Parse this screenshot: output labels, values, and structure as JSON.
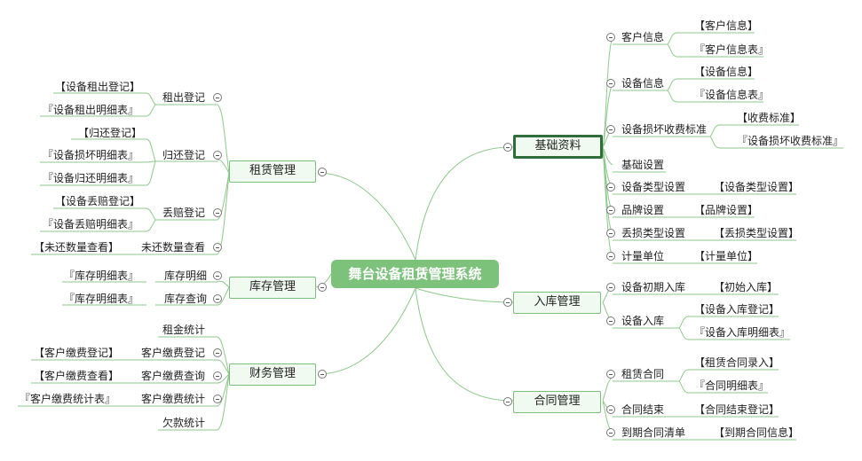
{
  "center_title": "舞台设备租赁管理系统",
  "branches": {
    "jichu": {
      "title": "基础资料",
      "kehu": "客户信息",
      "kehu_a": "【客户信息】",
      "kehu_b": "『客户信息表』",
      "shebei": "设备信息",
      "shebei_a": "【设备信息】",
      "shebei_b": "『设备信息表』",
      "sunhuai": "设备损坏收费标准",
      "sunhuai_a": "【收费标准】",
      "sunhuai_b": "『设备损坏收费标准』",
      "jichusz": "基础设置",
      "leixing": "设备类型设置",
      "leixing_a": "【设备类型设置】",
      "pinpai": "品牌设置",
      "pinpai_a": "【品牌设置】",
      "diusun": "丢损类型设置",
      "diusun_a": "【丢损类型设置】",
      "jiliang": "计量单位",
      "jiliang_a": "【计量单位】"
    },
    "ruku": {
      "title": "入库管理",
      "chuqi": "设备初期入库",
      "chuqi_a": "【初始入库】",
      "shebeiruku": "设备入库",
      "shebeiruku_a": "【设备入库登记】",
      "shebeiruku_b": "『设备入库明细表』"
    },
    "hetong": {
      "title": "合同管理",
      "zulin": "租赁合同",
      "zulin_a": "【租赁合同录入】",
      "zulin_b": "『合同明细表』",
      "jieshu": "合同结束",
      "jieshu_a": "【合同结束登记】",
      "daoqi": "到期合同清单",
      "daoqi_a": "【到期合同信息】"
    },
    "zulin": {
      "title": "租赁管理",
      "chuzu": "租出登记",
      "chuzu_a": "【设备租出登记】",
      "chuzu_b": "『设备租出明细表』",
      "guihuan": "归还登记",
      "guihuan_a": "【归还登记】",
      "guihuan_b": "『设备损坏明细表』",
      "guihuan_c": "『设备归还明细表』",
      "diupei": "丢赔登记",
      "diupei_a": "【设备丢赔登记】",
      "diupei_b": "『设备丢赔明细表』",
      "weihuan": "未还数量查看",
      "weihuan_a": "【未还数量查看】"
    },
    "kucun": {
      "title": "库存管理",
      "mingxi": "库存明细",
      "mingxi_a": "『库存明细表』",
      "chaxun": "库存查询",
      "chaxun_a": "『库存明细表』"
    },
    "caiwu": {
      "title": "财务管理",
      "zujin": "租金统计",
      "jiaofei_dj": "客户缴费登记",
      "jiaofei_dj_a": "【客户缴费登记】",
      "jiaofei_cx": "客户缴费查询",
      "jiaofei_cx_a": "【客户缴费查看】",
      "jiaofei_tj": "客户缴费统计",
      "jiaofei_tj_a": "『客户缴费统计表』",
      "qiankuan": "欠款统计"
    }
  },
  "colors": {
    "line": "#8cc98b",
    "center_fill": "#7cc27a",
    "node_fill": "#f1faf1",
    "selected_border": "#2f6e3b"
  }
}
